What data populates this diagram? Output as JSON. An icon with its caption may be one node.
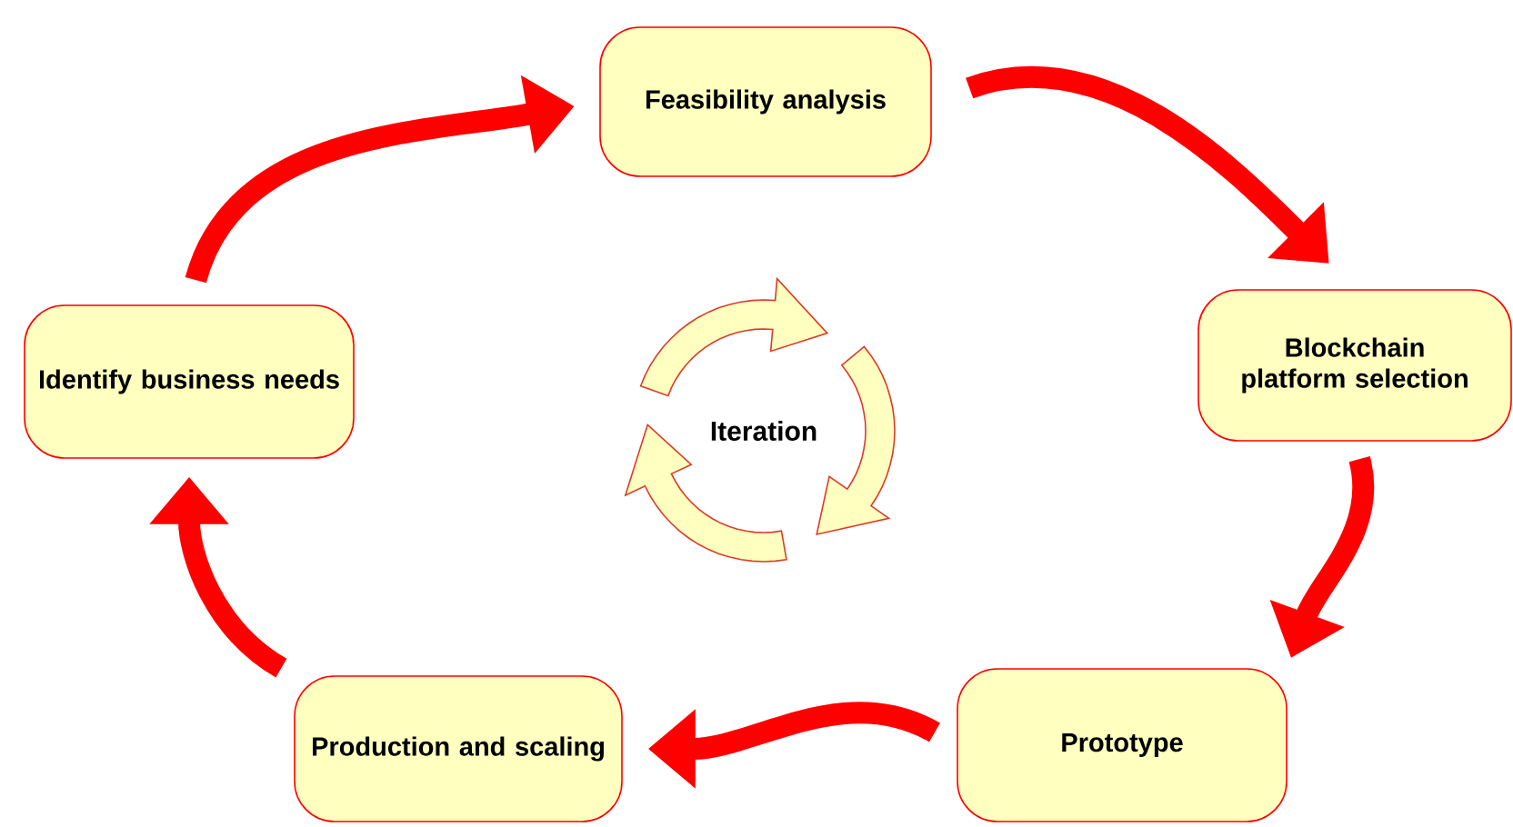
{
  "diagram": {
    "nodes": [
      {
        "text": [
          "Feasibility analysis"
        ]
      },
      {
        "text": [
          "Blockchain platform selection"
        ]
      },
      {
        "text": [
          "Prototype"
        ]
      },
      {
        "text": [
          "Production and scaling"
        ]
      },
      {
        "text": [
          "Identify business needs"
        ]
      }
    ],
    "edges": [
      {
        "from": 0,
        "to": 1,
        "arrow": "to"
      },
      {
        "from": 1,
        "to": 2,
        "arrow": "to"
      },
      {
        "from": 2,
        "to": 3,
        "arrow": "to"
      },
      {
        "from": 3,
        "to": 4,
        "arrow": "to"
      },
      {
        "from": 4,
        "to": 0,
        "arrow": "to"
      }
    ],
    "labels": [
      "Iteration"
    ]
  }
}
